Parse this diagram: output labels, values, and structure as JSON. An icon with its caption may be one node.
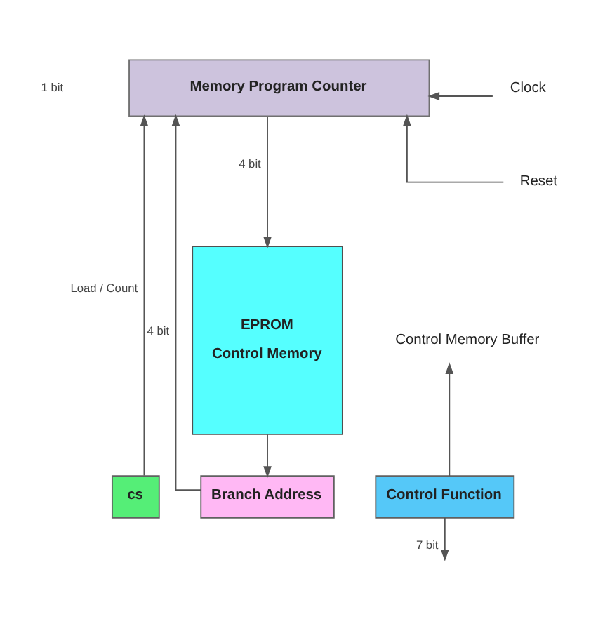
{
  "diagram": {
    "nodes": [
      {
        "text": [
          "Memory Program Counter"
        ]
      },
      {
        "text": [
          "EPROM",
          "Control Memory"
        ]
      },
      {
        "text": [
          "cs"
        ]
      },
      {
        "text": [
          "Branch Address"
        ]
      },
      {
        "text": [
          "Control Function"
        ]
      },
      {
        "text": [
          "Clock"
        ]
      },
      {
        "text": [
          "Reset"
        ]
      },
      {
        "text": [
          "Control Memory Buffer"
        ]
      }
    ],
    "edges": [
      {
        "from": 3,
        "to": 0,
        "arrow": "to",
        "label": "4 bit"
      },
      {
        "from": 5,
        "to": 0,
        "arrow": "to"
      },
      {
        "from": 6,
        "to": 0,
        "arrow": "to"
      },
      {
        "from": 2,
        "to": 0,
        "arrow": "to",
        "label": "Load / Count"
      },
      {
        "from": 0,
        "to": 1,
        "arrow": "to",
        "label": "4 bit"
      },
      {
        "from": 1,
        "to": 3,
        "arrow": "to"
      },
      {
        "from": 4,
        "to": 7,
        "arrow": "to"
      },
      {
        "from": 4,
        "to": null,
        "arrow": "to",
        "label": "7 bit"
      }
    ],
    "labels": [
      "1 bit"
    ]
  }
}
